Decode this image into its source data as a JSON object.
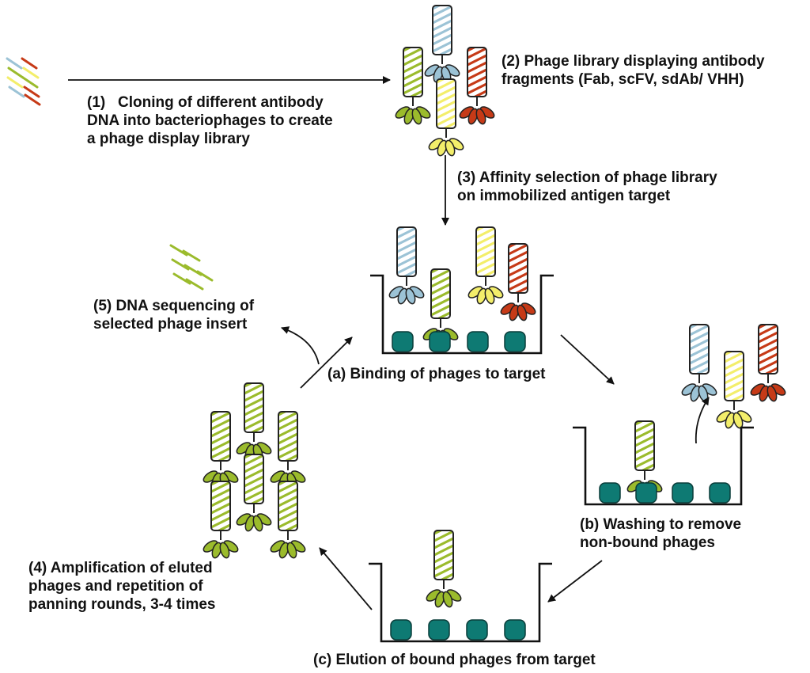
{
  "colors": {
    "green": "#9BBB2C",
    "blue": "#9CC3D6",
    "yellow": "#F3EE6A",
    "red": "#C63A17",
    "target": "#0E7A73",
    "line": "#111111"
  },
  "steps": {
    "step1": "(1)   Cloning of different antibody\nDNA into bacteriophages to create\na phage display library",
    "step2": "(2) Phage library displaying antibody\nfragments (Fab, scFV, sdAb/ VHH)",
    "step3": "(3) Affinity selection of phage library\non immobilized antigen target",
    "step4": "(4) Amplification of eluted\nphages and repetition of\npanning rounds, 3-4 times",
    "step5": "(5) DNA sequencing of\nselected phage insert",
    "stepA": "(a) Binding of phages to target",
    "stepB": "(b) Washing to remove\nnon-bound phages",
    "stepC": "(c) Elution of bound phages from target"
  }
}
